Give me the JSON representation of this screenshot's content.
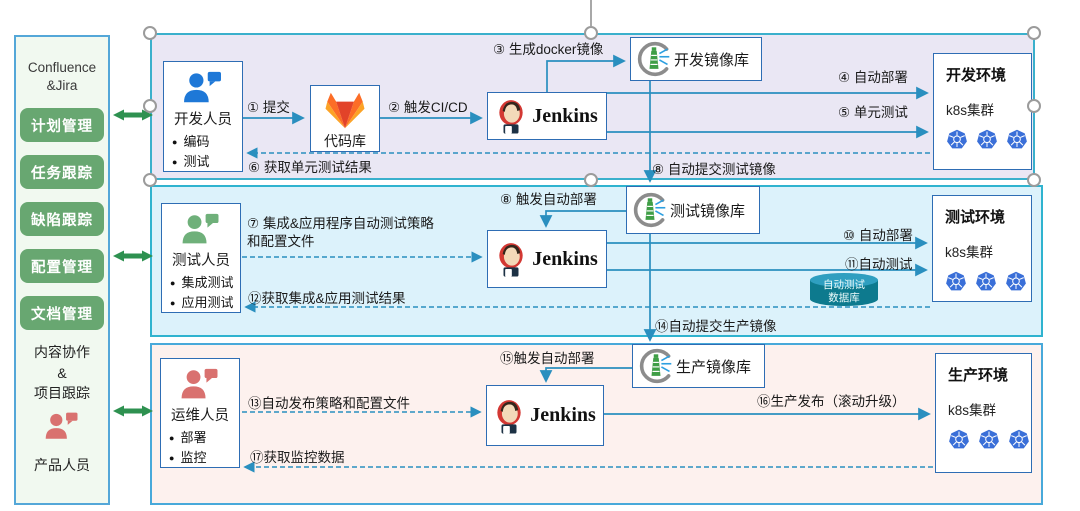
{
  "colors": {
    "dev_section_bg": "#eae7f4",
    "test_section_bg": "#dcf2fb",
    "prod_section_bg": "#fdf1ee",
    "section_border_teal": "#2fb3cf",
    "box_border_blue": "#2e6db4",
    "arrow_blue": "#2a8fbf",
    "sync_arrow_green": "#2e9150",
    "sidebar_button_green": "#68a771",
    "kubernetes_blue": "#3a6fd8",
    "db_cylinder_teal": "#0d7a8e"
  },
  "sidebar": {
    "title_line1": "Confluence",
    "title_line2": "&Jira",
    "buttons": [
      "计划管理",
      "任务跟踪",
      "缺陷跟踪",
      "配置管理",
      "文档管理"
    ],
    "footer_line1": "内容协作",
    "footer_line2": "&",
    "footer_line3": "项目跟踪",
    "person_label": "产品人员"
  },
  "dev": {
    "actor": {
      "name": "开发人员",
      "bullet1": "编码",
      "bullet2": "测试"
    },
    "repo_label": "代码库",
    "jenkins_label": "Jenkins",
    "registry_label": "开发镜像库",
    "env_title": "开发环境",
    "env_cluster": "k8s集群",
    "steps": {
      "s1": "① 提交",
      "s2": "② 触发CI/CD",
      "s3": "③ 生成docker镜像",
      "s4": "④ 自动部署",
      "s5": "⑤ 单元测试",
      "s6": "⑥ 获取单元测试结果",
      "s8_submit": "⑧ 自动提交测试镜像"
    }
  },
  "test": {
    "actor": {
      "name": "测试人员",
      "bullet1": "集成测试",
      "bullet2": "应用测试"
    },
    "jenkins_label": "Jenkins",
    "registry_label": "测试镜像库",
    "env_title": "测试环境",
    "env_cluster": "k8s集群",
    "db_line1": "自动测试",
    "db_line2": "数据库",
    "steps": {
      "s7": "⑦ 集成&应用程序自动测试策略和配置文件",
      "s8_trigger": "⑧ 触发自动部署",
      "s10": "⑩ 自动部署",
      "s11": "⑪自动测试",
      "s12": "⑫获取集成&应用测试结果",
      "s14": "⑭自动提交生产镜像"
    }
  },
  "prod": {
    "actor": {
      "name": "运维人员",
      "bullet1": "部署",
      "bullet2": "监控"
    },
    "jenkins_label": "Jenkins",
    "registry_label": "生产镜像库",
    "env_title": "生产环境",
    "env_cluster": "k8s集群",
    "steps": {
      "s13": "⑬自动发布策略和配置文件",
      "s15": "⑮触发自动部署",
      "s16": "⑯生产发布（滚动升级）",
      "s17": "⑰获取监控数据"
    }
  }
}
